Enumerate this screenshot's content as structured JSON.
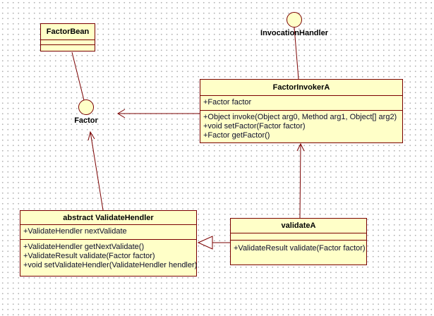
{
  "colors": {
    "box_fill": "#ffffc8",
    "stroke": "#7a0000",
    "member_text": "#0d0d2b",
    "grid_dot": "#b4b4b4"
  },
  "classes": {
    "factor_bean": {
      "title": "FactorBean",
      "attributes": [],
      "methods": []
    },
    "factor_invoker_a": {
      "title": "FactorInvokerA",
      "attributes": [
        "+Factor factor"
      ],
      "methods": [
        "+Object invoke(Object arg0, Method arg1, Object[] arg2)",
        "+void setFactor(Factor factor)",
        "+Factor getFactor()"
      ]
    },
    "validate_hendler": {
      "title": "abstract ValidateHendler",
      "attributes": [
        "+ValidateHendler nextValidate"
      ],
      "methods": [
        "+ValidateHendler getNextValidate()",
        "+ValidateResult validate(Factor factor)",
        "+void setValidateHendler(ValidateHendler hendler)"
      ]
    },
    "validate_a": {
      "title": "validateA",
      "attributes": [],
      "methods": [
        "+ValidateResult validate(Factor factor)"
      ]
    }
  },
  "interfaces": {
    "factor": {
      "label": "Factor"
    },
    "invocation_handler": {
      "label": "InvocationHandler"
    }
  },
  "relationships": [
    {
      "from": "FactorBean",
      "to": "Factor",
      "type": "association"
    },
    {
      "from": "InvocationHandler",
      "to": "FactorInvokerA",
      "type": "lollipop-line"
    },
    {
      "from": "FactorInvokerA",
      "to": "Factor",
      "type": "dependency-arrow"
    },
    {
      "from": "abstract ValidateHendler",
      "to": "Factor",
      "type": "dependency-arrow"
    },
    {
      "from": "validateA",
      "to": "FactorInvokerA",
      "type": "dependency-arrow"
    },
    {
      "from": "validateA",
      "to": "abstract ValidateHendler",
      "type": "generalization"
    }
  ]
}
